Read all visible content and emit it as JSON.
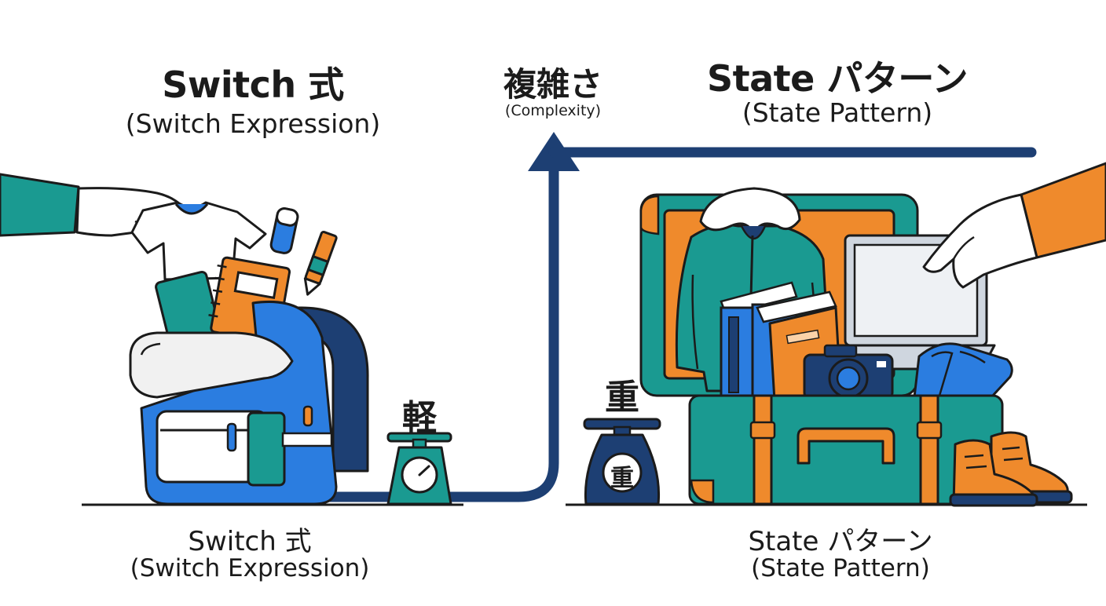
{
  "left": {
    "title": "Switch 式",
    "subtitle": "(Switch Expression)",
    "bottom_title": "Switch 式",
    "bottom_subtitle": "(Switch Expression)",
    "weight_label": "軽"
  },
  "axis": {
    "label": "複雑さ",
    "sublabel": "(Complexity)"
  },
  "right": {
    "title": "State パターン",
    "subtitle": "(State Pattern)",
    "bottom_title": "State パターン",
    "bottom_subtitle": "(State Pattern)",
    "weight_label": "重",
    "scale_label": "重"
  },
  "colors": {
    "navy": "#1d3f73",
    "blue": "#2b7de0",
    "teal": "#1a9a91",
    "orange": "#ef8a2c",
    "outline": "#1b1b1b"
  }
}
